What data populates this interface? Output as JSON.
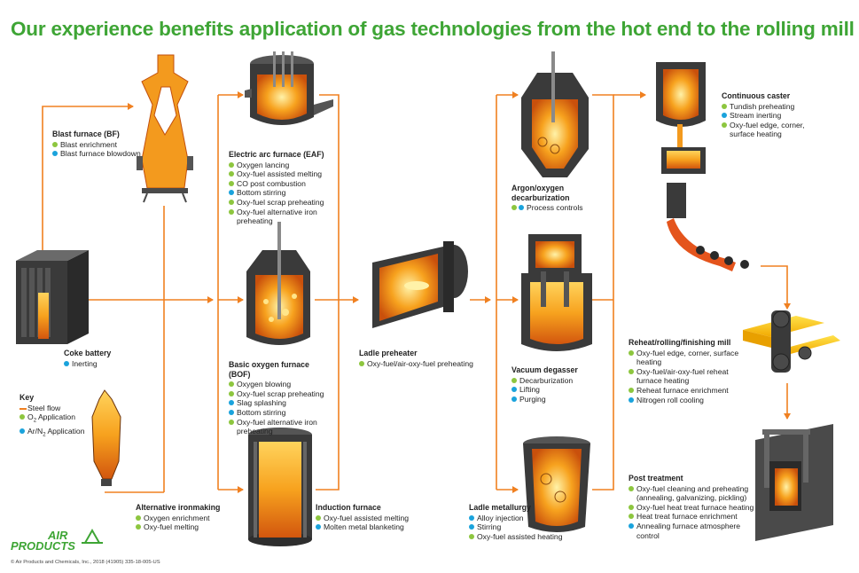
{
  "title": "Our experience benefits application of gas technologies from the hot end to the rolling mill",
  "colors": {
    "title": "#3ea535",
    "flow": "#f08020",
    "o2": "#8dc63f",
    "ar_n2": "#1aa3dc",
    "equipment": "#3a3a3a",
    "molten": "#f39a1e"
  },
  "icons": {
    "o2": "green-dot",
    "ar_n2": "blue-dot",
    "steel_flow": "orange-line"
  },
  "blocks": {
    "blast_furnace": {
      "heading": "Blast furnace (BF)",
      "items": [
        {
          "text": "Blast enrichment",
          "kind": "g"
        },
        {
          "text": "Blast furnace blowdown",
          "kind": "b"
        }
      ]
    },
    "coke_battery": {
      "heading": "Coke battery",
      "items": [
        {
          "text": "Inerting",
          "kind": "b"
        }
      ]
    },
    "eaf": {
      "heading": "Electric arc furnace (EAF)",
      "items": [
        {
          "text": "Oxygen lancing",
          "kind": "g"
        },
        {
          "text": "Oxy-fuel assisted melting",
          "kind": "g"
        },
        {
          "text": "CO post combustion",
          "kind": "g"
        },
        {
          "text": "Bottom stirring",
          "kind": "b"
        },
        {
          "text": "Oxy-fuel scrap preheating",
          "kind": "g"
        },
        {
          "text": "Oxy-fuel alternative iron preheating",
          "kind": "g"
        }
      ]
    },
    "bof": {
      "heading": "Basic oxygen furnace (BOF)",
      "items": [
        {
          "text": "Oxygen blowing",
          "kind": "g"
        },
        {
          "text": "Oxy-fuel scrap preheating",
          "kind": "g"
        },
        {
          "text": "Slag splashing",
          "kind": "b"
        },
        {
          "text": "Bottom stirring",
          "kind": "b"
        },
        {
          "text": "Oxy-fuel alternative iron preheating",
          "kind": "g"
        }
      ]
    },
    "alt_ironmaking": {
      "heading": "Alternative ironmaking",
      "items": [
        {
          "text": "Oxygen enrichment",
          "kind": "g"
        },
        {
          "text": "Oxy-fuel melting",
          "kind": "g"
        }
      ]
    },
    "induction": {
      "heading": "Induction furnace",
      "items": [
        {
          "text": "Oxy-fuel assisted melting",
          "kind": "g"
        },
        {
          "text": "Molten metal blanketing",
          "kind": "b"
        }
      ]
    },
    "ladle_preheater": {
      "heading": "Ladle preheater",
      "items": [
        {
          "text": "Oxy-fuel/air-oxy-fuel preheating",
          "kind": "g"
        }
      ]
    },
    "aod": {
      "heading": "Argon/oxygen decarburization",
      "items": [
        {
          "text": "Process controls",
          "kind": "gb"
        }
      ]
    },
    "vacuum": {
      "heading": "Vacuum degasser",
      "items": [
        {
          "text": "Decarburization",
          "kind": "g"
        },
        {
          "text": "Lifting",
          "kind": "b"
        },
        {
          "text": "Purging",
          "kind": "b"
        }
      ]
    },
    "ladle_metallurgy": {
      "heading": "Ladle metallurgy",
      "items": [
        {
          "text": "Alloy injection",
          "kind": "b"
        },
        {
          "text": "Stirring",
          "kind": "b"
        },
        {
          "text": "Oxy-fuel assisted heating",
          "kind": "g"
        }
      ]
    },
    "caster": {
      "heading": "Continuous caster",
      "items": [
        {
          "text": "Tundish preheating",
          "kind": "g"
        },
        {
          "text": "Stream inerting",
          "kind": "b"
        },
        {
          "text": "Oxy-fuel edge, corner, surface heating",
          "kind": "g"
        }
      ]
    },
    "reheat": {
      "heading": "Reheat/rolling/finishing mill",
      "items": [
        {
          "text": "Oxy-fuel edge, corner, surface heating",
          "kind": "g"
        },
        {
          "text": "Oxy-fuel/air-oxy-fuel reheat furnace heating",
          "kind": "g"
        },
        {
          "text": "Reheat furnace enrichment",
          "kind": "g"
        },
        {
          "text": "Nitrogen roll cooling",
          "kind": "b"
        }
      ]
    },
    "post": {
      "heading": "Post treatment",
      "items": [
        {
          "text": "Oxy-fuel cleaning and preheating (annealing, galvanizing, pickling)",
          "kind": "g"
        },
        {
          "text": "Oxy-fuel heat treat furnace heating",
          "kind": "g"
        },
        {
          "text": "Heat treat furnace enrichment",
          "kind": "g"
        },
        {
          "text": "Annealing furnace atmosphere control",
          "kind": "b"
        }
      ]
    }
  },
  "key": {
    "heading": "Key",
    "steel_flow": "Steel flow",
    "o2": "O",
    "o2_sub": "2",
    "o2_rest": " Application",
    "ar_n2": "Ar/N",
    "ar_n2_sub": "2",
    "ar_n2_rest": " Application"
  },
  "logo": {
    "line1": "AIR",
    "line2": "PRODUCTS"
  },
  "copyright": "© Air Products and Chemicals, Inc., 2018   (41905)   335-18-005-US"
}
